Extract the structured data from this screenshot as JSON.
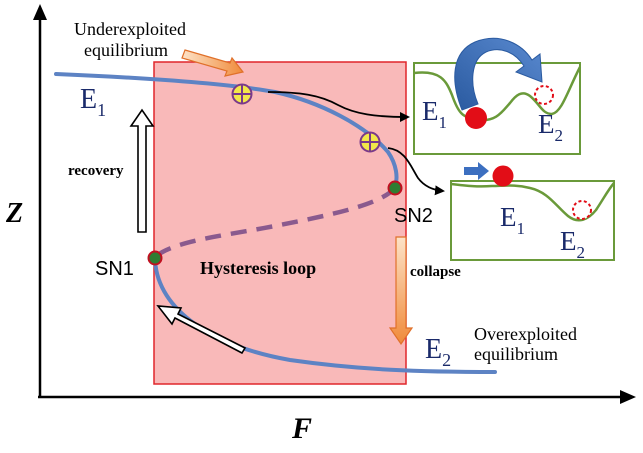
{
  "axes": {
    "y_label": "Z",
    "x_label": "F"
  },
  "labels": {
    "underexploited": [
      "Underexploited",
      "equilibrium"
    ],
    "overexploited": [
      "Overexploited",
      "equilibrium"
    ],
    "recovery": "recovery",
    "collapse": "collapse",
    "hysteresis": "Hysteresis loop",
    "sn1": "SN1",
    "sn2": "SN2",
    "curve_e1": {
      "base": "E",
      "sub": "1"
    },
    "curve_e2": {
      "base": "E",
      "sub": "2"
    },
    "inset1_e1": {
      "base": "E",
      "sub": "1"
    },
    "inset1_e2": {
      "base": "E",
      "sub": "2"
    },
    "inset2_e1": {
      "base": "E",
      "sub": "1"
    },
    "inset2_e2": {
      "base": "E",
      "sub": "2"
    }
  },
  "colors": {
    "curve": "#5d83c4",
    "dashed_branch": "#8a5a8e",
    "loop_fill": "#f9b9b9",
    "loop_stroke": "#e0262b",
    "landscape": "#6a9a3a",
    "ball": "#e20d17",
    "orange_arrow": "#f08a3a",
    "marker": "#f2e84a"
  }
}
